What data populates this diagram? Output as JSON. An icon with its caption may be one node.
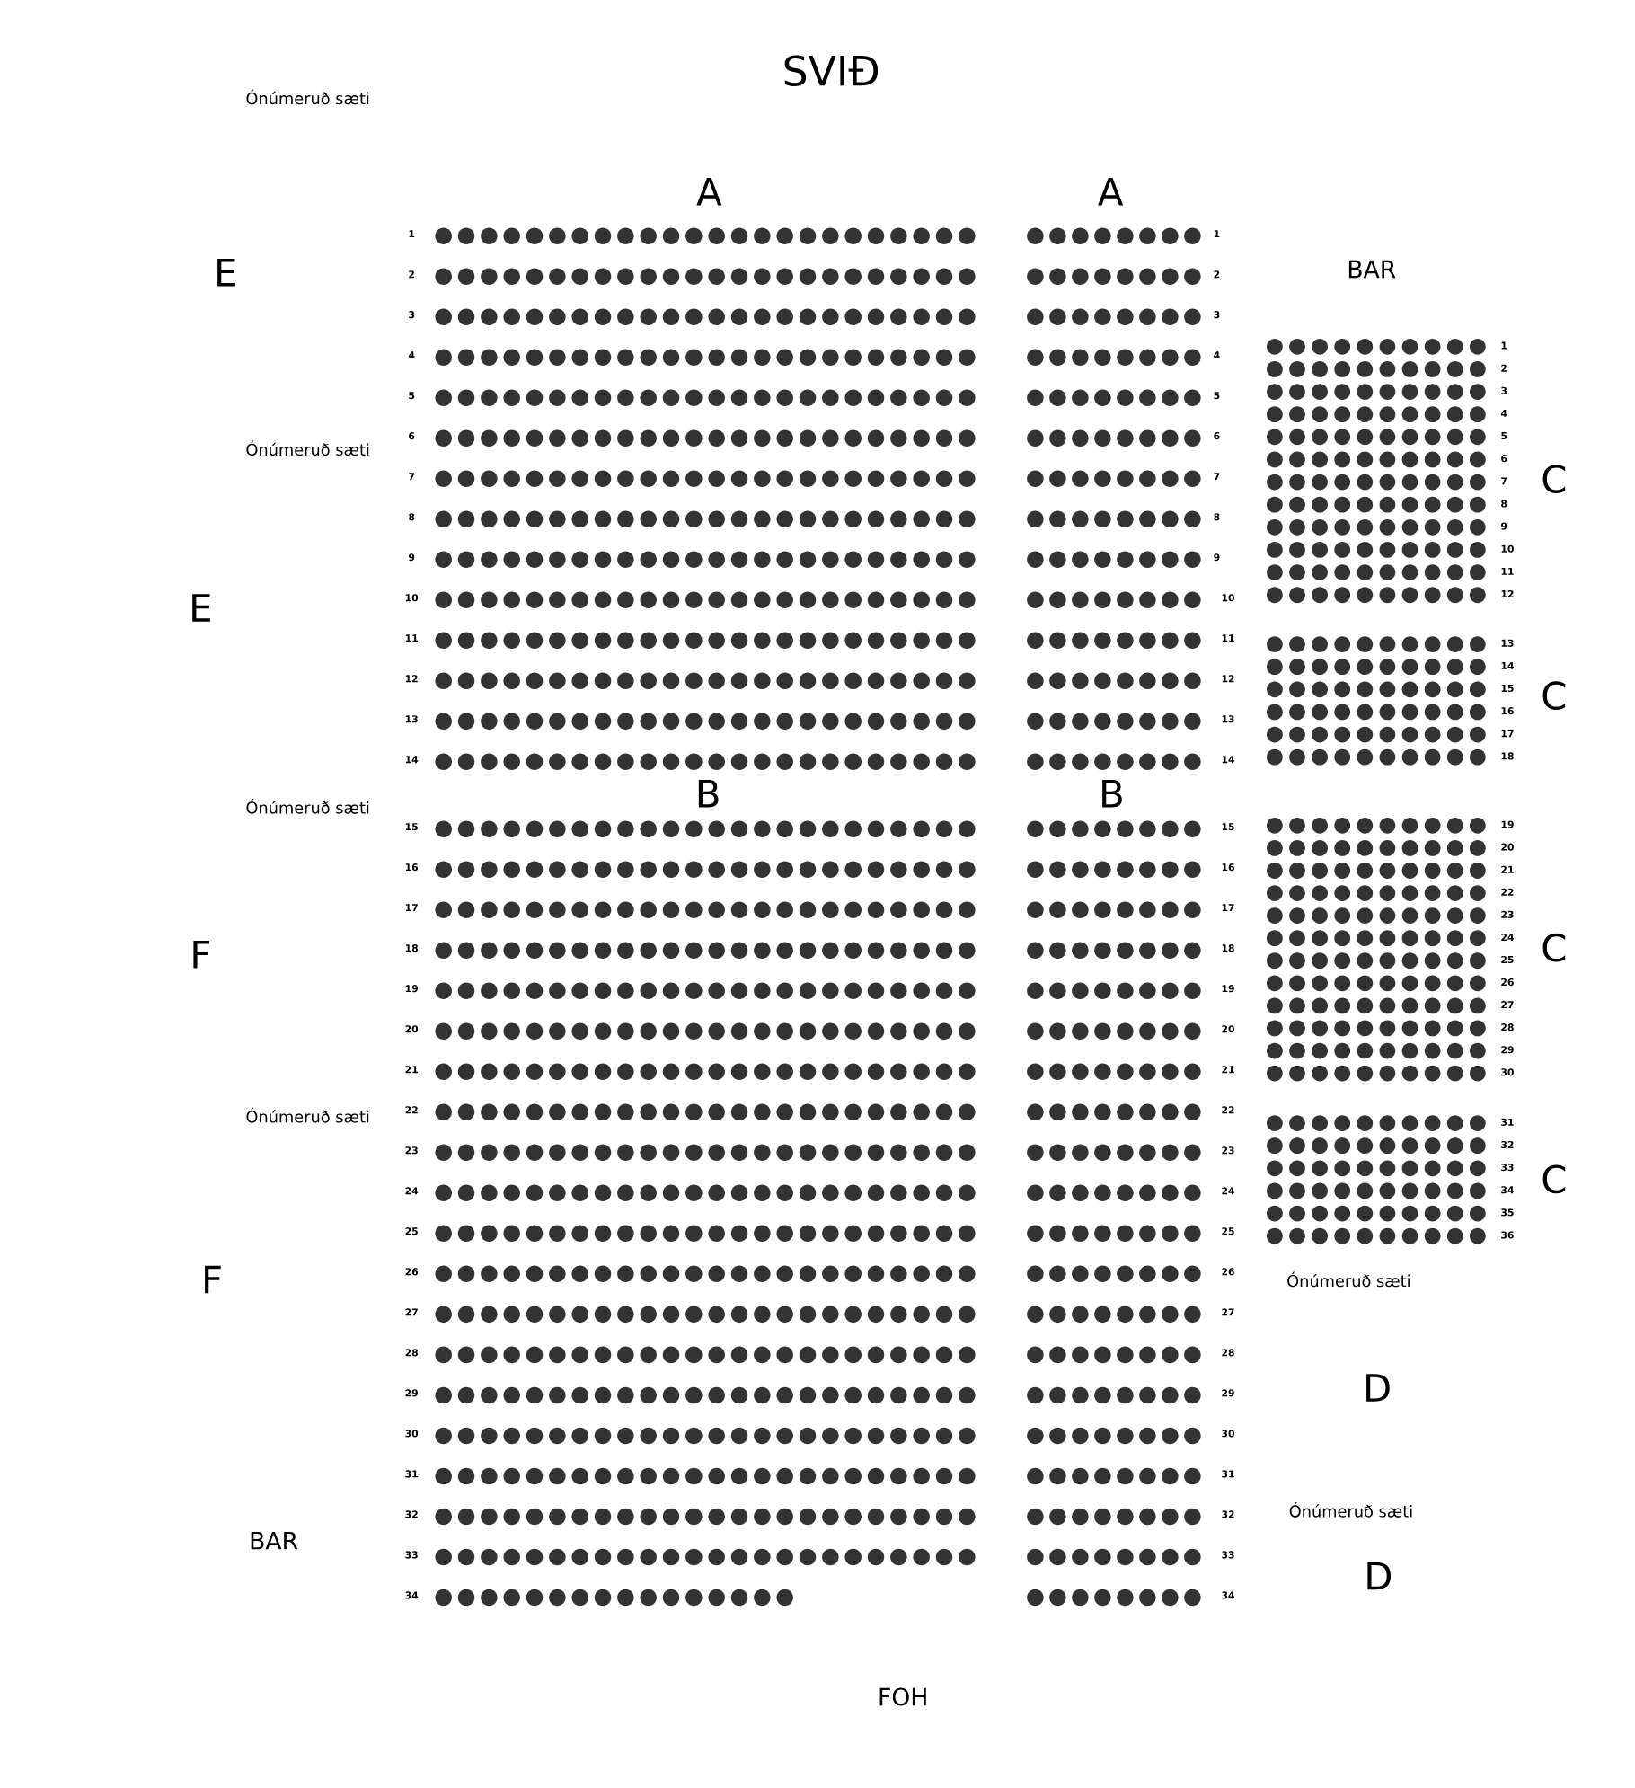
{
  "diagram": {
    "labels": [
      "SVIÐ",
      "Ónúmeruð sæti",
      "A",
      "A",
      "E",
      "BAR",
      "Ónúmeruð sæti",
      "E",
      "B",
      "B",
      "Ónúmeruð sæti",
      "F",
      "Ónúmeruð sæti",
      "F",
      "Ónúmeruð sæti",
      "D",
      "Ónúmeruð sæti",
      "BAR",
      "D",
      "FOH",
      "C",
      "C",
      "C",
      "C",
      "1",
      "2",
      "3",
      "4",
      "5",
      "6",
      "7",
      "8",
      "9",
      "10",
      "11",
      "12",
      "13",
      "14",
      "15",
      "16",
      "17",
      "18",
      "19",
      "20",
      "21",
      "22",
      "23",
      "24",
      "25",
      "26",
      "27",
      "28",
      "29",
      "30",
      "31",
      "32",
      "33",
      "34",
      "1",
      "2",
      "3",
      "4",
      "5",
      "6",
      "7",
      "8",
      "9",
      "10",
      "11",
      "12",
      "13",
      "14",
      "15",
      "16",
      "17",
      "18",
      "19",
      "20",
      "21",
      "22",
      "23",
      "24",
      "25",
      "26",
      "27",
      "28",
      "29",
      "30",
      "31",
      "32",
      "33",
      "34",
      "1",
      "2",
      "3",
      "4",
      "5",
      "6",
      "7",
      "8",
      "9",
      "10",
      "11",
      "12",
      "13",
      "14",
      "15",
      "16",
      "17",
      "18",
      "19",
      "20",
      "21",
      "22",
      "23",
      "24",
      "25",
      "26",
      "27",
      "28",
      "29",
      "30",
      "31",
      "32",
      "33",
      "34",
      "35",
      "36"
    ]
  }
}
